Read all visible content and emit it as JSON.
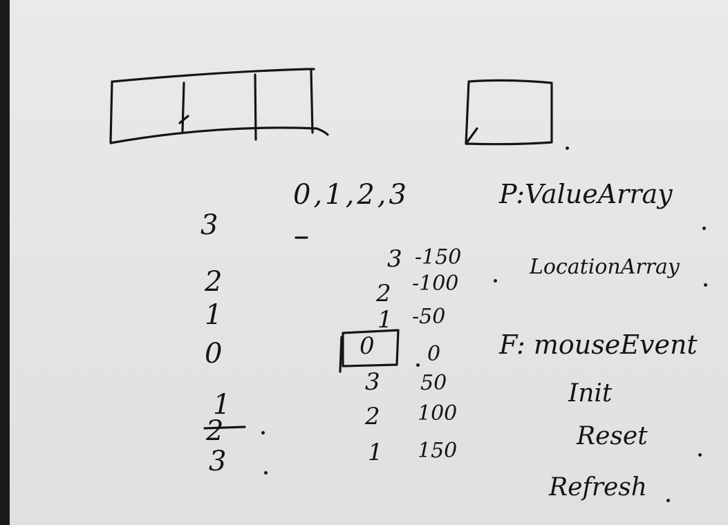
{
  "sketch": {
    "header_indices": "0,1,2,3",
    "left_column": [
      "3",
      "2",
      "1",
      "0",
      "1",
      "2",
      "3"
    ],
    "middle_column": [
      "3",
      "2",
      "1",
      "0",
      "3",
      "2",
      "1"
    ],
    "location_values": [
      "-150",
      "-100",
      "-50",
      "0",
      "50",
      "100",
      "150"
    ],
    "labels": {
      "p_label": "P:ValueArray",
      "location_label": "LocationArray",
      "f_label": "F: mouseEvent"
    },
    "methods": [
      "Init",
      "Reset",
      "Refresh"
    ]
  }
}
